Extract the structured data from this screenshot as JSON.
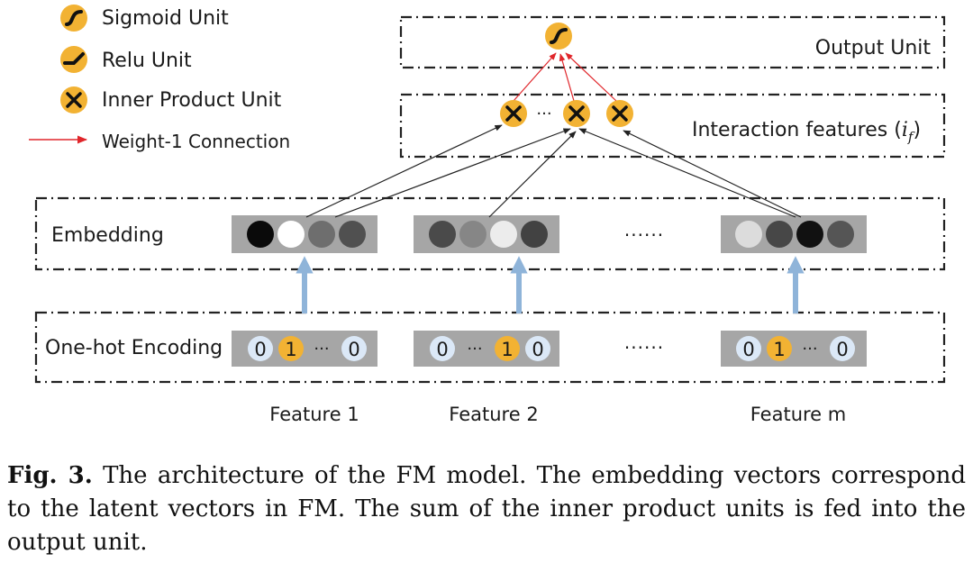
{
  "legend": {
    "sigmoid": "Sigmoid Unit",
    "relu": "Relu Unit",
    "inner_product": "Inner Product Unit",
    "weight_connection": "Weight-1 Connection"
  },
  "layers": {
    "output": "Output Unit",
    "interaction": "Interaction features (",
    "interaction_symbol": "i",
    "interaction_sub": "f",
    "interaction_close": ")",
    "embedding": "Embedding",
    "onehot": "One-hot Encoding"
  },
  "features": {
    "f1": "Feature 1",
    "f2": "Feature 2",
    "fm": "Feature m"
  },
  "onehot_values": {
    "f1": [
      "0",
      "1",
      "0"
    ],
    "f2": [
      "0",
      "1",
      "0"
    ],
    "fm": [
      "0",
      "1",
      "0"
    ]
  },
  "ellipsis": "······",
  "mid_dots": "···",
  "caption": {
    "label": "Fig. 3.",
    "text": " The architecture of the FM model. The embedding vectors correspond to the latent vectors in FM. The sum of the inner product units is fed into the output unit."
  },
  "colors": {
    "unit_orange": "#f2b233",
    "bit_blue": "#dbe8f7",
    "arrow_blue": "#8fb4d9",
    "weight_red": "#e0262b",
    "box_gray": "#a6a6a6"
  }
}
